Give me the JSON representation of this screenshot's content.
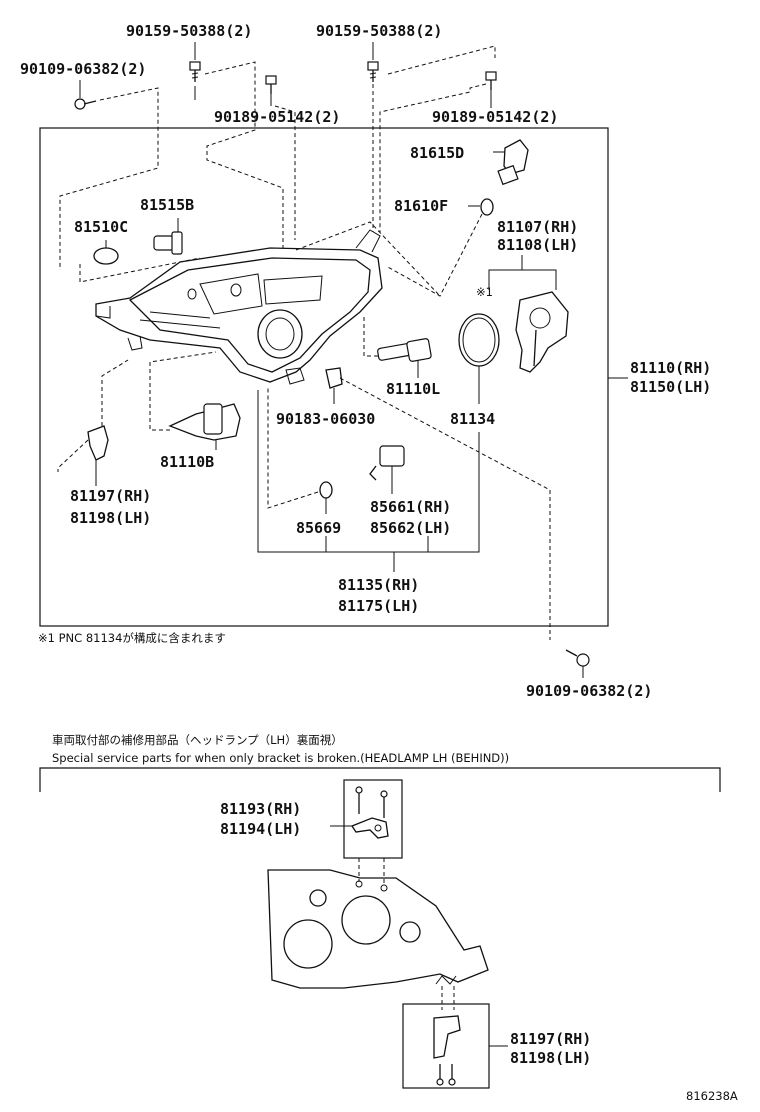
{
  "callouts": [
    {
      "id": "c1",
      "text": "90159-50388(2)"
    },
    {
      "id": "c2",
      "text": "90159-50388(2)"
    },
    {
      "id": "c3",
      "text": "90109-06382(2)"
    },
    {
      "id": "c4",
      "text": "90189-05142(2)"
    },
    {
      "id": "c5",
      "text": "90189-05142(2)"
    },
    {
      "id": "c6",
      "text": "81615D"
    },
    {
      "id": "c7",
      "text": "81610F"
    },
    {
      "id": "c8",
      "text": "81515B"
    },
    {
      "id": "c9",
      "text": "81510C"
    },
    {
      "id": "c10",
      "text": "81107(RH)"
    },
    {
      "id": "c11",
      "text": "81108(LH)"
    },
    {
      "id": "c12",
      "text": "※1"
    },
    {
      "id": "c13",
      "text": "81110(RH)"
    },
    {
      "id": "c14",
      "text": "81150(LH)"
    },
    {
      "id": "c15",
      "text": "81110L"
    },
    {
      "id": "c16",
      "text": "90183-06030"
    },
    {
      "id": "c17",
      "text": "81134"
    },
    {
      "id": "c18",
      "text": "81110B"
    },
    {
      "id": "c19",
      "text": "81197(RH)"
    },
    {
      "id": "c20",
      "text": "81198(LH)"
    },
    {
      "id": "c21",
      "text": "85661(RH)"
    },
    {
      "id": "c22",
      "text": "85662(LH)"
    },
    {
      "id": "c23",
      "text": "85669"
    },
    {
      "id": "c24",
      "text": "81135(RH)"
    },
    {
      "id": "c25",
      "text": "81175(LH)"
    },
    {
      "id": "c26",
      "text": "90109-06382(2)"
    },
    {
      "id": "c27",
      "text": "81193(RH)"
    },
    {
      "id": "c28",
      "text": "81194(LH)"
    },
    {
      "id": "c29",
      "text": "81197(RH)"
    },
    {
      "id": "c30",
      "text": "81198(LH)"
    }
  ],
  "notes": {
    "footnote": "※1  PNC 81134が構成に含まれます",
    "section_title_jp": "車両取付部の補修用部品（ヘッドランプ（LH）裏面視）",
    "section_title_en": "Special service parts for when only bracket is broken.(HEADLAMP LH (BEHIND))",
    "diagram_code": "816238A"
  }
}
